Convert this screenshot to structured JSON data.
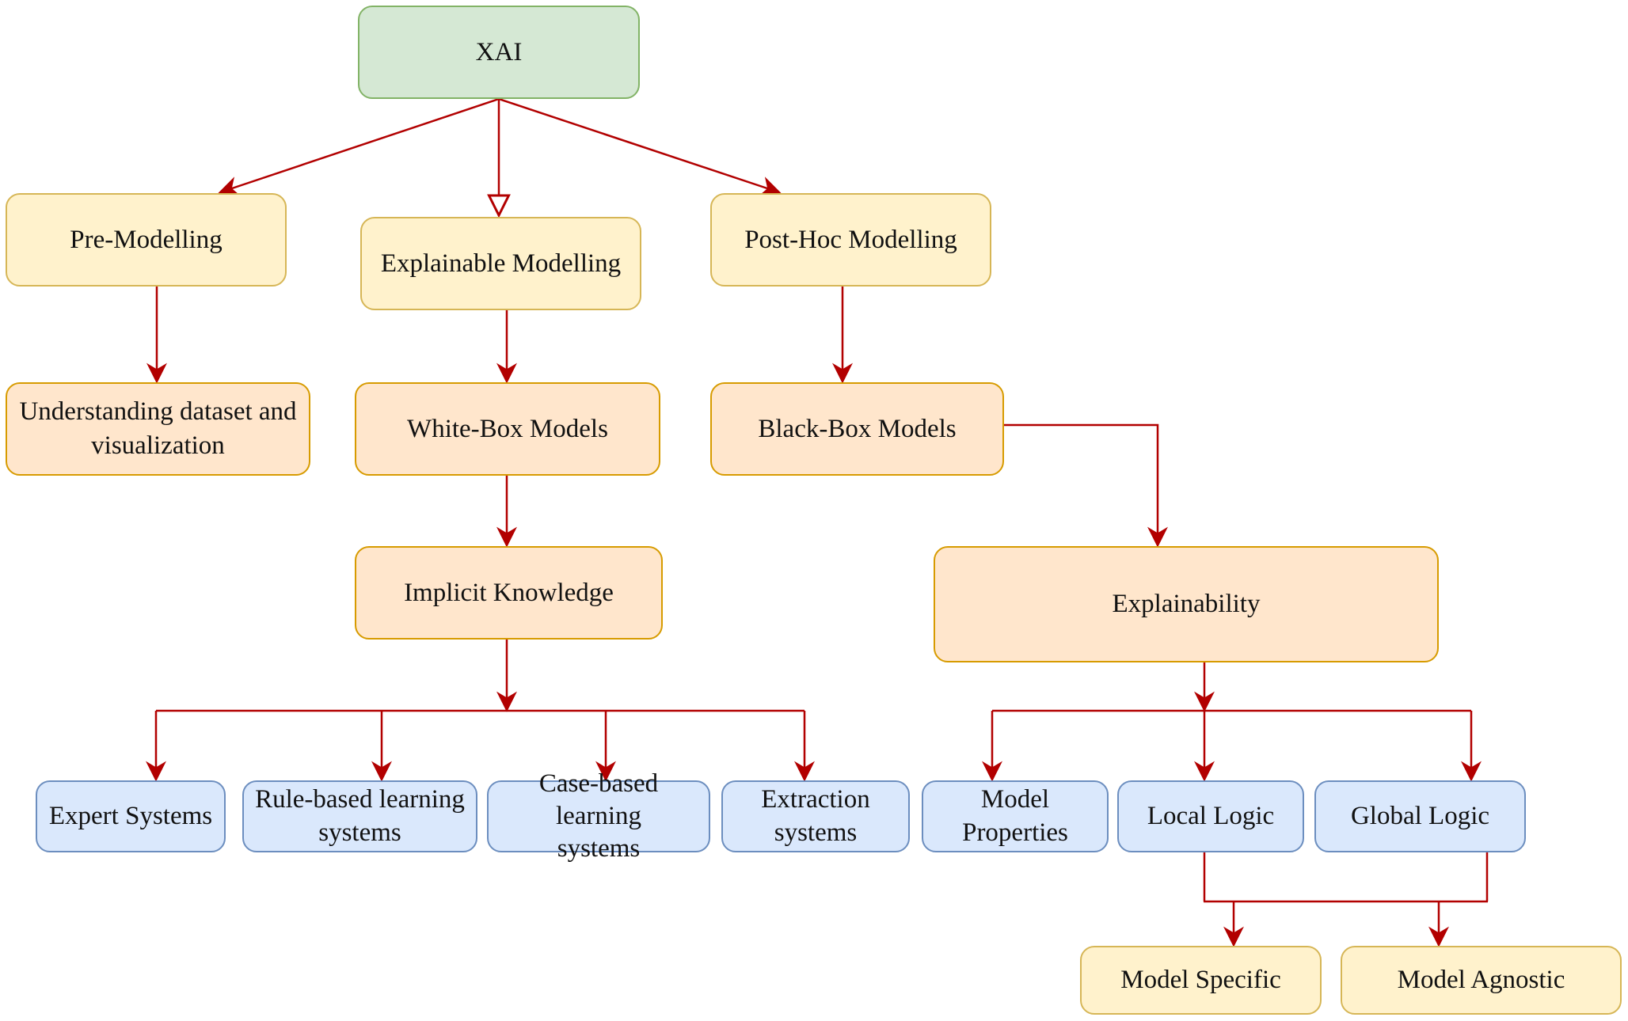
{
  "colors": {
    "edge": "#b20000",
    "root_fill": "#d5e8d4",
    "category_fill": "#fff2cc",
    "model_fill": "#ffe6cc",
    "leaf_fill": "#dae8fc"
  },
  "nodes": {
    "xai": "XAI",
    "pre_modelling": "Pre-Modelling",
    "explainable_modelling": "Explainable Modelling",
    "post_hoc_modelling": "Post-Hoc Modelling",
    "understanding_dataset": "Understanding dataset and visualization",
    "white_box_models": "White-Box Models",
    "black_box_models": "Black-Box Models",
    "implicit_knowledge": "Implicit Knowledge",
    "explainability": "Explainability",
    "expert_systems": "Expert Systems",
    "rule_based": "Rule-based learning systems",
    "case_based": "Case-based learning systems",
    "extraction_systems": "Extraction systems",
    "model_properties": "Model Properties",
    "local_logic": "Local Logic",
    "global_logic": "Global Logic",
    "model_specific": "Model Specific",
    "model_agnostic": "Model Agnostic"
  },
  "edges": [
    {
      "from": "xai",
      "to": "pre_modelling"
    },
    {
      "from": "xai",
      "to": "explainable_modelling",
      "arrow": "open"
    },
    {
      "from": "xai",
      "to": "post_hoc_modelling"
    },
    {
      "from": "pre_modelling",
      "to": "understanding_dataset"
    },
    {
      "from": "explainable_modelling",
      "to": "white_box_models"
    },
    {
      "from": "post_hoc_modelling",
      "to": "black_box_models"
    },
    {
      "from": "black_box_models",
      "to": "explainability"
    },
    {
      "from": "white_box_models",
      "to": "implicit_knowledge"
    },
    {
      "from": "implicit_knowledge",
      "to": "expert_systems"
    },
    {
      "from": "implicit_knowledge",
      "to": "rule_based"
    },
    {
      "from": "implicit_knowledge",
      "to": "case_based"
    },
    {
      "from": "implicit_knowledge",
      "to": "extraction_systems"
    },
    {
      "from": "explainability",
      "to": "model_properties"
    },
    {
      "from": "explainability",
      "to": "local_logic"
    },
    {
      "from": "explainability",
      "to": "global_logic"
    },
    {
      "from": "local_logic",
      "to": "model_specific"
    },
    {
      "from": "global_logic",
      "to": "model_agnostic"
    }
  ]
}
